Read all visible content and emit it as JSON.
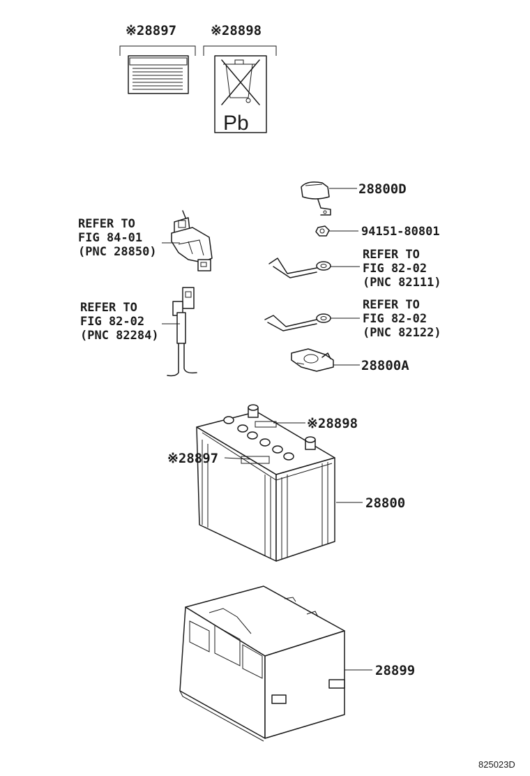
{
  "labels": {
    "top_label_1": "※28897",
    "top_label_2": "※28898",
    "label_28800D": "28800D",
    "label_nut": "94151-80801",
    "refer_84_line1": "REFER TO",
    "refer_84_line2": "FIG 84-01",
    "refer_84_line3": "(PNC 28850)",
    "refer_82111_line1": "REFER TO",
    "refer_82111_line2": "FIG 82-02",
    "refer_82111_line3": "(PNC 82111)",
    "refer_82284_line1": "REFER TO",
    "refer_82284_line2": "FIG 82-02",
    "refer_82284_line3": "(PNC 82284)",
    "refer_82122_line1": "REFER TO",
    "refer_82122_line2": "FIG 82-02",
    "refer_82122_line3": "(PNC 82122)",
    "label_28800A": "28800A",
    "label_28898_battery": "※28898",
    "label_28897_battery": "※28897",
    "label_28800": "28800",
    "label_28899": "28899",
    "recycle_label_text": "Pb",
    "figure_code": "825023D"
  }
}
